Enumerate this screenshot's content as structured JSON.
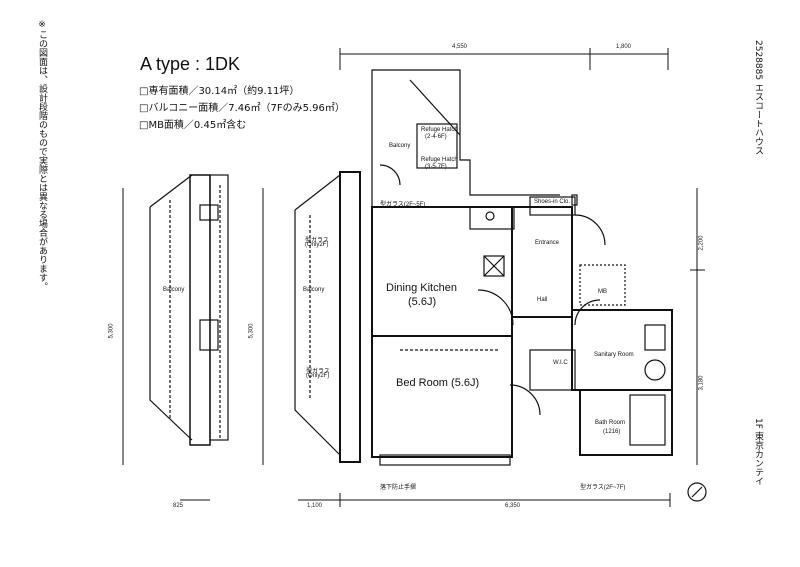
{
  "header": {
    "title": "A type : 1DK",
    "spec_lines": [
      "□専有面積／30.14㎡（約9.11坪）",
      "□バルコニー面積／7.46㎡（7Fのみ5.96㎡）",
      "□MB面積／0.45㎡含む"
    ]
  },
  "side_text": {
    "left_note": "※この図面は、設計段階のもので実際とは異なる場合があります。",
    "right_top": "2528885 エスコートハウス",
    "right_bottom": "1F 東京カンテイ"
  },
  "rooms": {
    "dining_kitchen": "Dining Kitchen",
    "dining_kitchen_size": "(5.6J)",
    "bed_room": "Bed Room (5.6J)",
    "entrance": "Entrance",
    "hall": "Hall",
    "mb": "MB",
    "sanitary": "Sanitary Room",
    "bath": "Bath Room",
    "bath_size": "(1216)",
    "wic": "W.I.C",
    "shoes": "Shoes-in Clo.",
    "balcony_top": "Balcony",
    "balcony_mid": "Balcony",
    "balcony_small": "Balcony"
  },
  "annotations": {
    "refuge_hatch_a": "Refuge Hatch",
    "refuge_hatch_a_floors": "(2·4·6F)",
    "refuge_hatch_b": "Refuge Hatch",
    "refuge_hatch_b_floors": "(3·5·7F)",
    "glass_2_5f": "型ガラス(2F~5F)",
    "glass_only2f": "型ガラス",
    "glass_only2f_sub": "(Only2F)",
    "glass_only2f_b": "型ガラス",
    "glass_only2f_b_sub": "(Only2F)",
    "glass_2_7f": "型ガラス(2F~7F)",
    "drop_prevention": "落下防止手摺"
  },
  "dimensions": {
    "top_a": "4,550",
    "top_b": "1,800",
    "left_a": "5,300",
    "left_b": "5,300",
    "right_a": "2,200",
    "right_b": "3,180",
    "bottom_a": "825",
    "bottom_b": "1,100",
    "bottom_c": "6,350"
  }
}
